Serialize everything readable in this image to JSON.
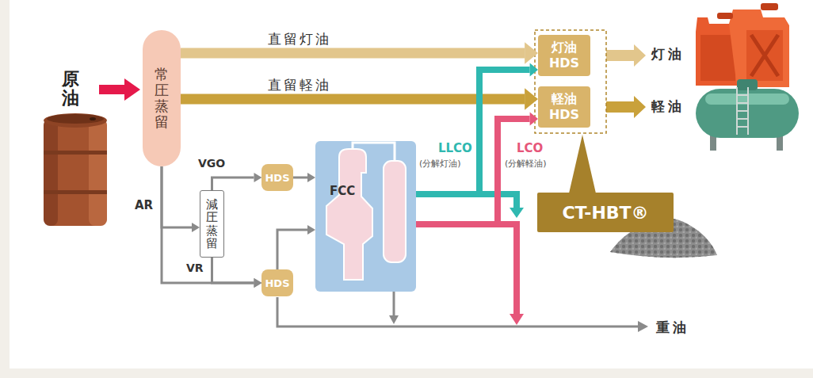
{
  "diagram": {
    "nodes": [
      {
        "text": [
          "常圧蒸留"
        ]
      },
      {
        "text": [
          "減圧蒸留"
        ]
      },
      {
        "text": [
          "HDS"
        ]
      },
      {
        "text": [
          "HDS"
        ]
      },
      {
        "text": [
          "FCC"
        ]
      },
      {
        "text": [
          "灯油 HDS"
        ]
      },
      {
        "text": [
          "軽油 HDS"
        ]
      },
      {
        "text": [
          "CT-HBT®"
        ]
      }
    ],
    "edges": [
      {
        "from": 0,
        "to": 5,
        "label": "直留灯油",
        "arrow": "to"
      },
      {
        "from": 0,
        "to": 6,
        "label": "直留軽油",
        "arrow": "to"
      },
      {
        "from": 0,
        "to": 1,
        "arrow": "to"
      },
      {
        "from": 0,
        "to": 3,
        "arrow": "to"
      },
      {
        "from": 1,
        "to": 2,
        "label": "VGO",
        "arrow": "to"
      },
      {
        "from": 1,
        "to": 3,
        "label": "VR",
        "arrow": "to"
      },
      {
        "from": 2,
        "to": 4,
        "arrow": "to"
      },
      {
        "from": 3,
        "to": 4,
        "arrow": "to"
      },
      {
        "from": 4,
        "to": 5,
        "arrow": "to"
      },
      {
        "from": 4,
        "to": 6,
        "arrow": "to"
      }
    ],
    "labels": [
      "原油",
      "AR",
      "LLCO",
      "(分解灯油)",
      "LCO",
      "(分解軽油)",
      "灯油",
      "軽油",
      "重油"
    ]
  }
}
